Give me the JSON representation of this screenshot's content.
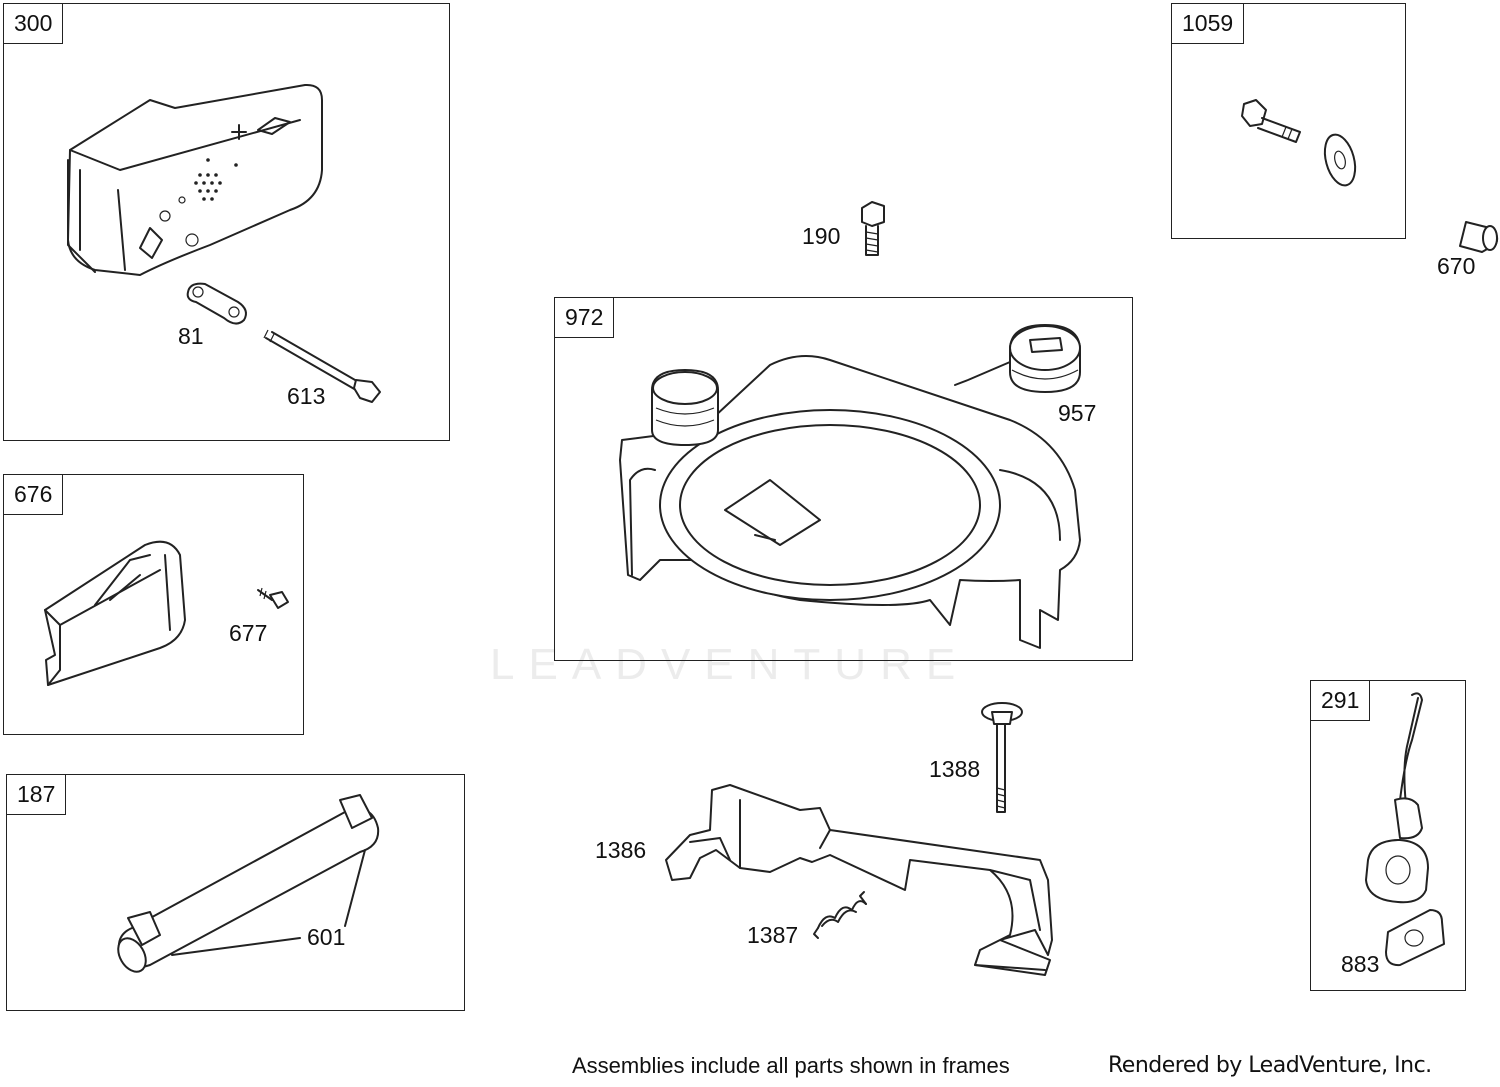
{
  "frames": {
    "f300": "300",
    "f676": "676",
    "f187": "187",
    "f972": "972",
    "f1059": "1059",
    "f291": "291"
  },
  "callouts": {
    "c81": "81",
    "c613": "613",
    "c677": "677",
    "c601": "601",
    "c190": "190",
    "c957": "957",
    "c670": "670",
    "c1388": "1388",
    "c1386": "1386",
    "c1387": "1387",
    "c883": "883"
  },
  "watermark": "LEADVENTURE",
  "footer": {
    "note": "Assemblies include all parts shown in frames",
    "credit": "Rendered by LeadVenture, Inc."
  }
}
